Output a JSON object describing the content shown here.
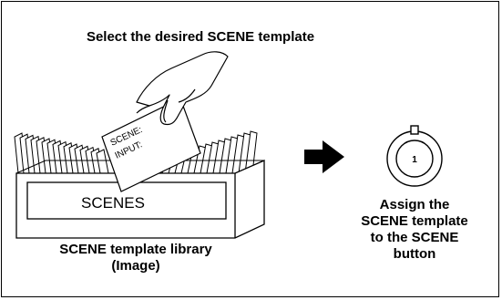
{
  "diagram": {
    "heading": "Select the desired SCENE template",
    "card": {
      "line1": "SCENE:",
      "line2": "INPUT:"
    },
    "box_label": "SCENES",
    "library_caption": {
      "line1": "SCENE template library",
      "line2": "(Image)"
    },
    "knob_label": "1",
    "assign_caption": {
      "line1": "Assign the",
      "line2": "SCENE template",
      "line3": "to the SCENE",
      "line4": "button"
    },
    "icons": [
      "hand-holding-card-icon",
      "arrow-right-icon",
      "scene-button-knob-icon"
    ],
    "colors": {
      "line": "#000000",
      "background": "#ffffff"
    }
  }
}
